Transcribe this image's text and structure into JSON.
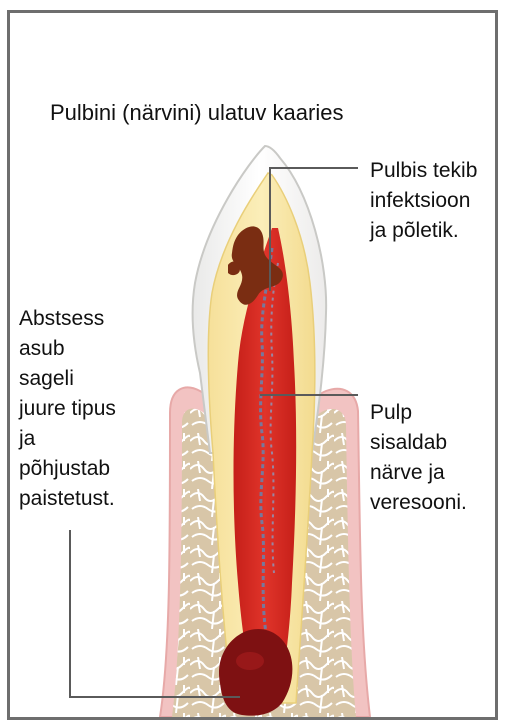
{
  "title": "Pulbini (närvini) ulatuv kaaries",
  "labels": {
    "infection": [
      "Pulbis tekib",
      "infektsioon",
      "ja põletik."
    ],
    "abscess": [
      "Abstsess",
      "asub",
      "sageli",
      "juure tipus",
      "ja",
      "põhjustab",
      "paistetust."
    ],
    "pulp": [
      "Pulp",
      "sisaldab",
      "närve ja",
      "veresooni."
    ]
  },
  "colors": {
    "enamel": "#f7f7f5",
    "dentin": "#f8e7a4",
    "pulp": "#d42a1f",
    "caries": "#7a2d12",
    "gum": "#f2c3c2",
    "bone_fill": "#d8c6a8",
    "bone_lines": "#ffffff",
    "abscess": "#7e1112",
    "leader_line": "#5a5a5a",
    "frame": "#6e6e6e"
  }
}
